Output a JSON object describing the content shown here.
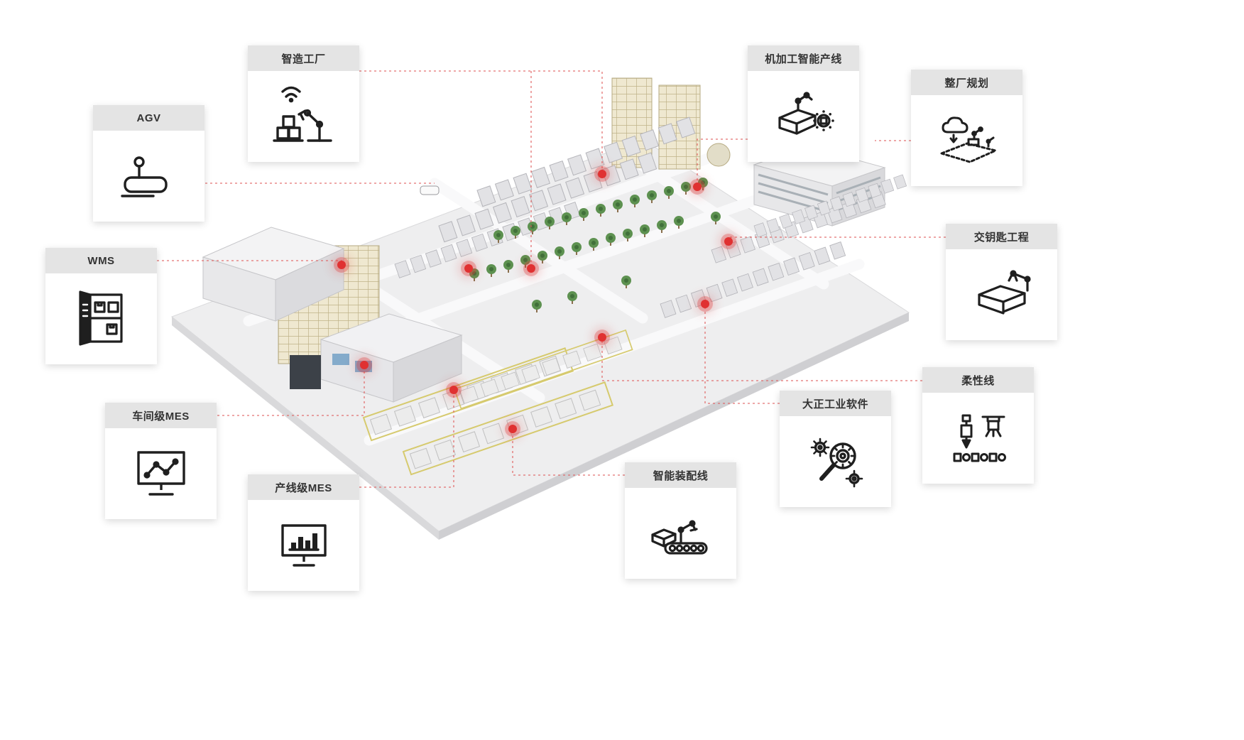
{
  "diagram_title": "smart-factory-solution-map",
  "colors": {
    "connector": "#e05a5a",
    "marker": "#e03131",
    "card_header_bg": "#e4e4e4",
    "card_text": "#333333",
    "tree_green": "#5d9150",
    "rack_tan": "#efe8d0"
  },
  "callouts": [
    {
      "id": "zhizao-gongchang",
      "label": "智造工厂",
      "icon": "smart-factory-icon"
    },
    {
      "id": "jijiagong-chanxian",
      "label": "机加工智能产线",
      "icon": "machining-robot-icon"
    },
    {
      "id": "zhengchang-guihua",
      "label": "整厂规划",
      "icon": "plant-planning-icon"
    },
    {
      "id": "agv",
      "label": "AGV",
      "icon": "agv-icon"
    },
    {
      "id": "wms",
      "label": "WMS",
      "icon": "warehouse-rack-icon"
    },
    {
      "id": "jiaoyaoshi",
      "label": "交钥匙工程",
      "icon": "turnkey-robot-icon"
    },
    {
      "id": "rouxingxian",
      "label": "柔性线",
      "icon": "flexible-line-icon"
    },
    {
      "id": "dazheng-ruanjian",
      "label": "大正工业软件",
      "icon": "gears-magnifier-icon"
    },
    {
      "id": "chejian-mes",
      "label": "车间级MES",
      "icon": "network-monitor-icon"
    },
    {
      "id": "chanxian-mes",
      "label": "产线级MES",
      "icon": "barchart-monitor-icon"
    },
    {
      "id": "zhineng-zhuangpei",
      "label": "智能装配线",
      "icon": "assembly-line-icon"
    }
  ],
  "hotspot_count": 11
}
